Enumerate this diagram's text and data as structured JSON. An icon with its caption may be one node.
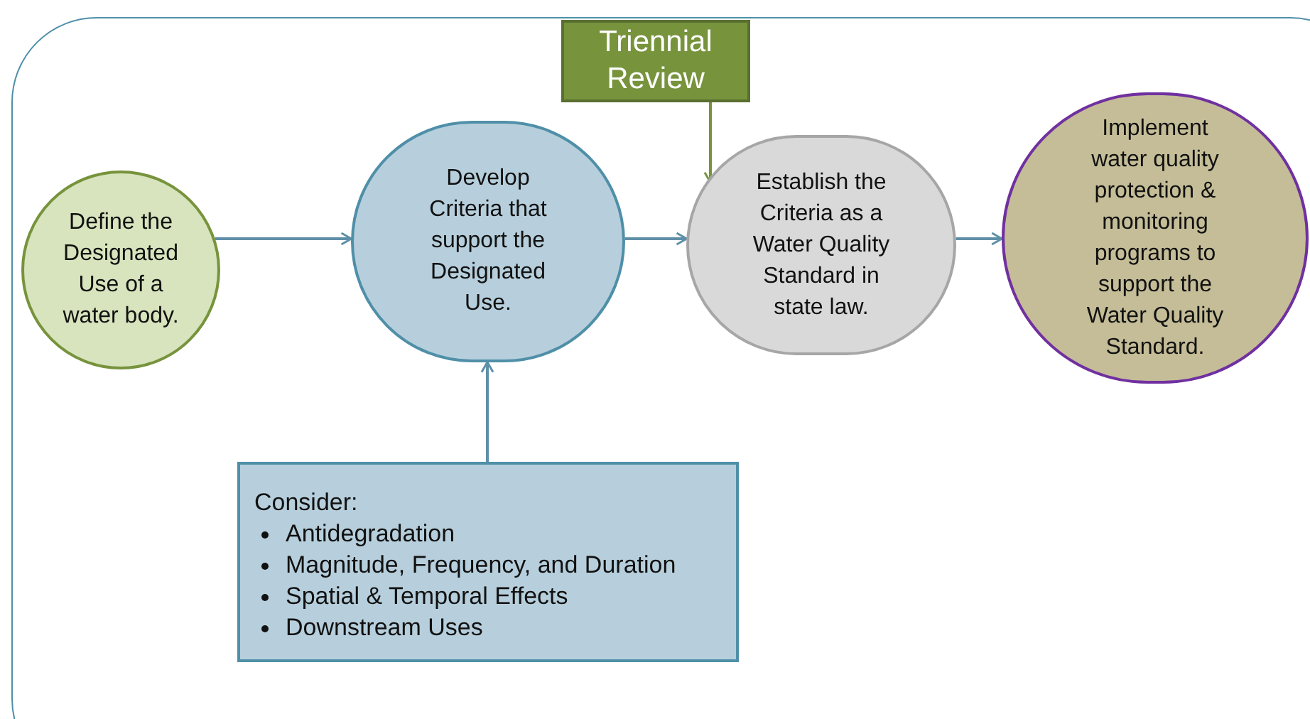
{
  "diagram": {
    "nodes": [
      {
        "text": [
          "Define the Designated Use of a water body."
        ]
      },
      {
        "text": [
          "Develop Criteria that support the Designated Use."
        ]
      },
      {
        "text": [
          "Establish the Criteria as a Water Quality Standard in state law."
        ]
      },
      {
        "text": [
          "Implement water quality protection & monitoring programs to support the Water Quality Standard."
        ]
      },
      {
        "text": [
          "Triennial Review"
        ]
      },
      {
        "text": [
          "Consider:",
          "Antidegradation",
          "Magnitude, Frequency, and Duration",
          "Spatial & Temporal Effects",
          "Downstream Uses"
        ]
      }
    ],
    "edges": [
      {
        "from": 0,
        "to": 1,
        "arrow": "to"
      },
      {
        "from": 1,
        "to": 2,
        "arrow": "to"
      },
      {
        "from": 2,
        "to": 3,
        "arrow": "to"
      },
      {
        "from": 4,
        "to": 2,
        "arrow": "to",
        "color": "#77933c"
      },
      {
        "from": 5,
        "to": 1,
        "arrow": "to"
      }
    ]
  }
}
